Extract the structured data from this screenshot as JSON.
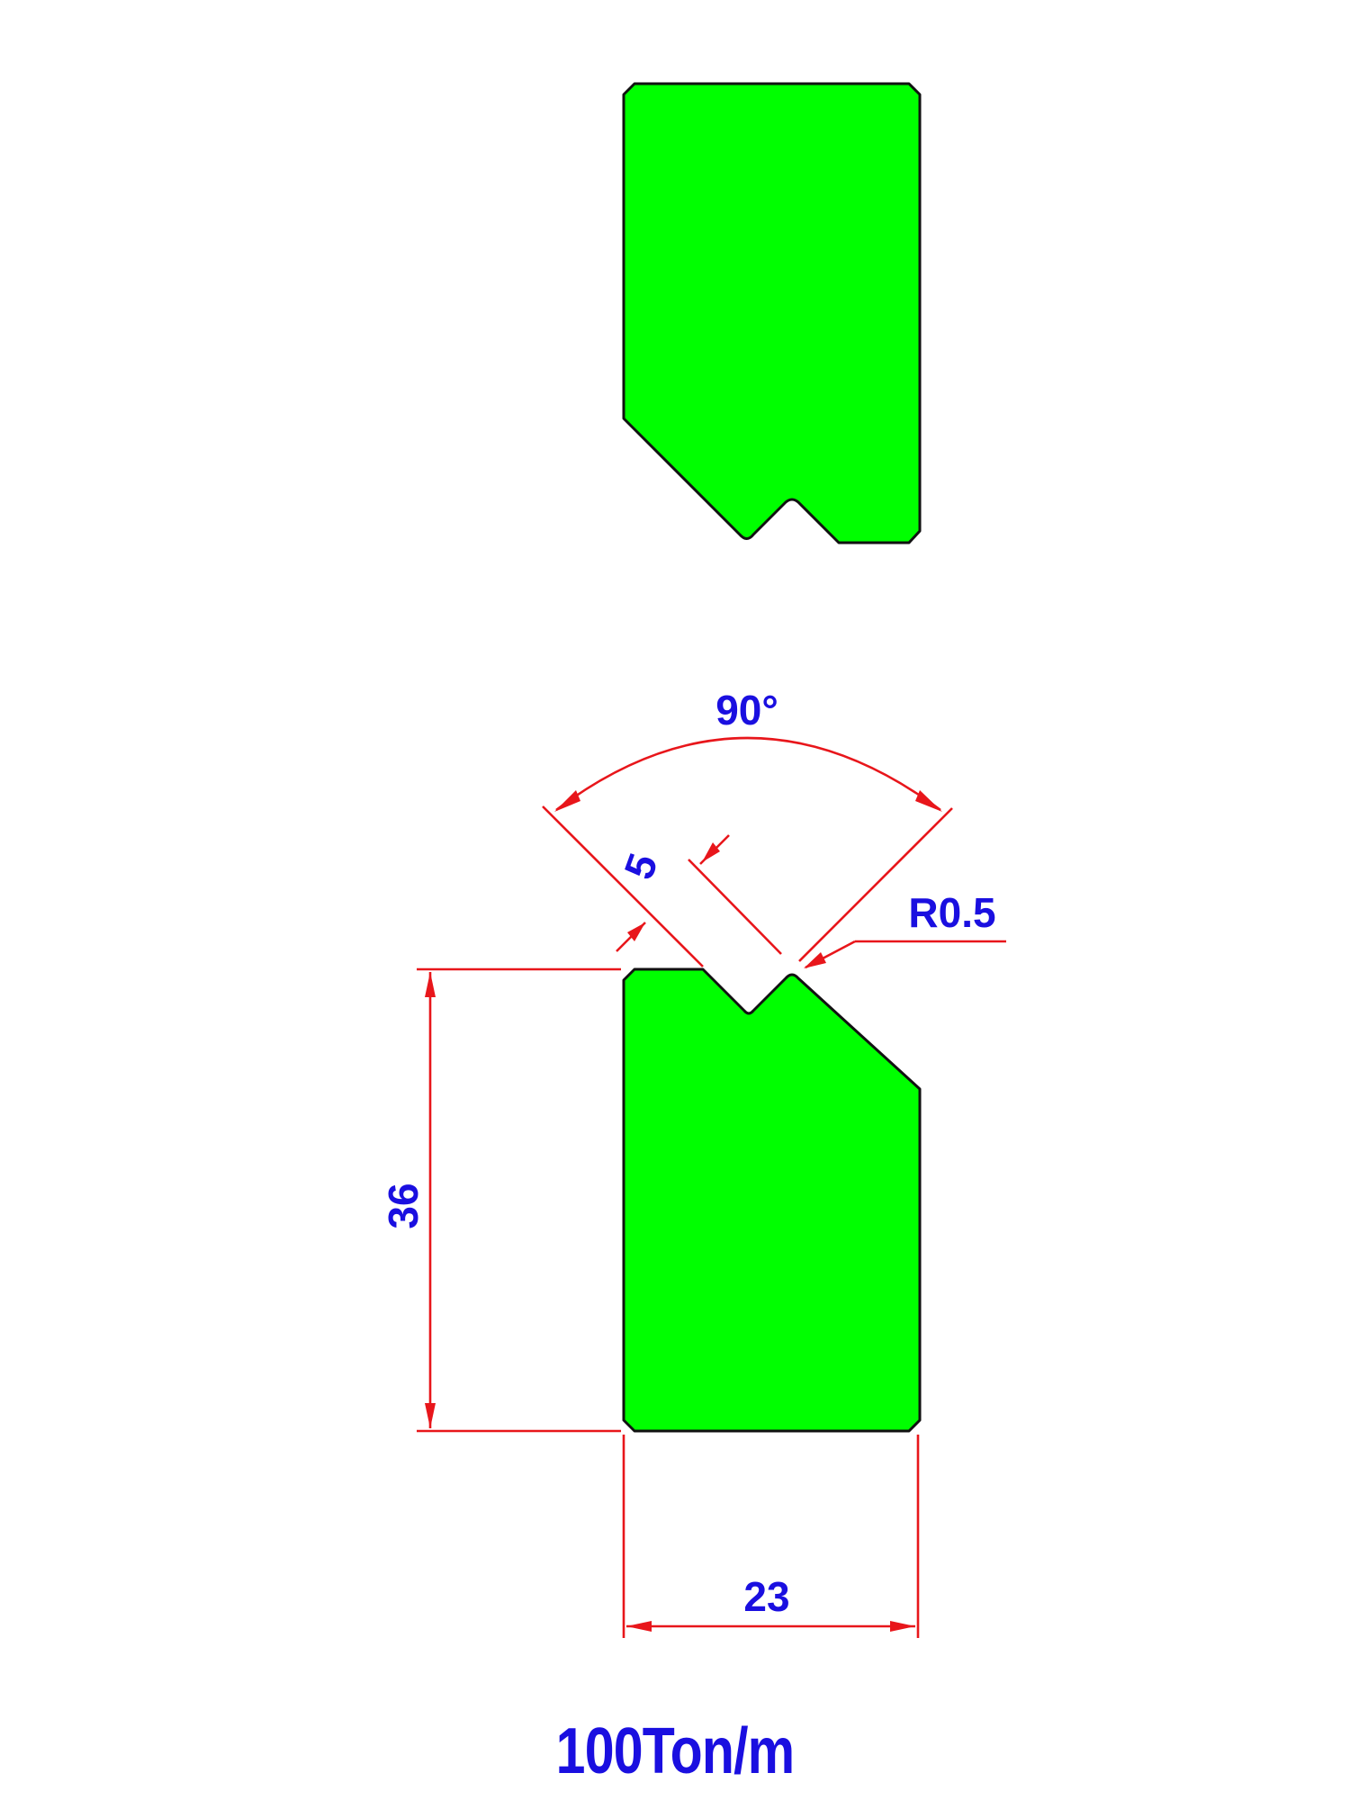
{
  "drawing": {
    "dimensions": {
      "angle": "90°",
      "depth": "5",
      "radius": "R0.5",
      "height": "36",
      "width": "23"
    },
    "capacity": "100Ton/m",
    "colors": {
      "tool_fill": "#00ff00",
      "outline": "#111111",
      "dimension_lines": "#e8161b",
      "dimension_text": "#1a0fe0"
    }
  }
}
